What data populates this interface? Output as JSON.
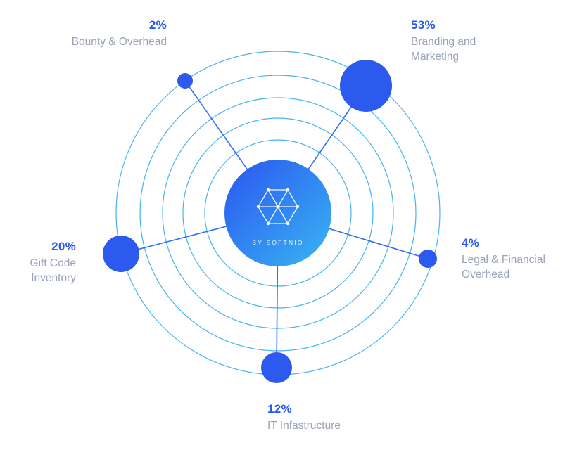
{
  "brand": {
    "center_caption": "- BY SOFTNIO -"
  },
  "chart_data": {
    "type": "pie",
    "title": "",
    "categories": [
      "Bounty & Overhead",
      "Branding and Marketing",
      "Legal & Financial Overhead",
      "IT Infastructure",
      "Gift Code Inventory"
    ],
    "values": [
      2,
      53,
      4,
      12,
      20
    ],
    "unit": "%",
    "legend_position": "around-nodes",
    "style": "orbital-bubble-allocation"
  },
  "allocations": [
    {
      "id": "bounty",
      "pct": "2%",
      "lines": [
        "Bounty & Overhead",
        ""
      ]
    },
    {
      "id": "branding",
      "pct": "53%",
      "lines": [
        "Branding and",
        "Marketing"
      ]
    },
    {
      "id": "legal",
      "pct": "4%",
      "lines": [
        "Legal & Financial",
        "Overhead"
      ]
    },
    {
      "id": "it",
      "pct": "12%",
      "lines": [
        "IT Infastructure",
        ""
      ]
    },
    {
      "id": "gift",
      "pct": "20%",
      "lines": [
        "Gift Code",
        "Inventory"
      ]
    }
  ],
  "colors": {
    "accent": "#2659f2",
    "label_text": "#99a1ba",
    "ring_stroke": "#47b4f0",
    "node_fill": "#2c59ee",
    "spoke_stroke": "#2f6ef2",
    "center_gradient_start": "#2b55f0",
    "center_gradient_end": "#38b6f3"
  }
}
